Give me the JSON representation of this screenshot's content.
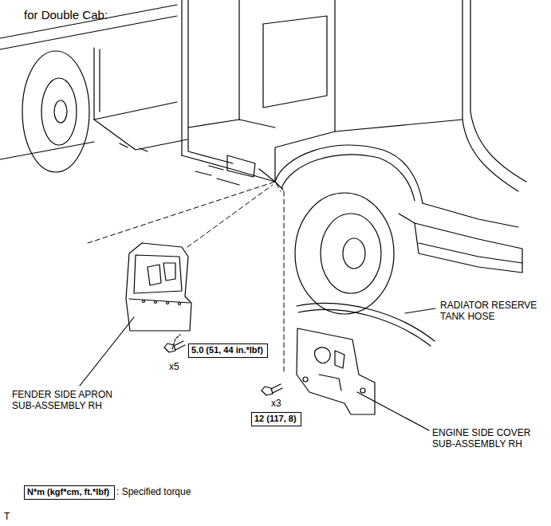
{
  "diagram": {
    "title": "for Double Cab:",
    "nodes": [
      {
        "text": [
          "5.0 (51, 44 in.*lbf)"
        ]
      },
      {
        "text": [
          "12 (117, 8)"
        ]
      },
      {
        "text": [
          "N*m (kgf*cm, ft.*lbf)"
        ]
      }
    ],
    "edges": [],
    "labels": [
      "FENDER SIDE APRON SUB-ASSEMBLY RH",
      "x5",
      "RADIATOR RESERVE TANK HOSE",
      "x3",
      "ENGINE SIDE COVER SUB-ASSEMBLY RH",
      ": Specified torque",
      "T"
    ]
  }
}
